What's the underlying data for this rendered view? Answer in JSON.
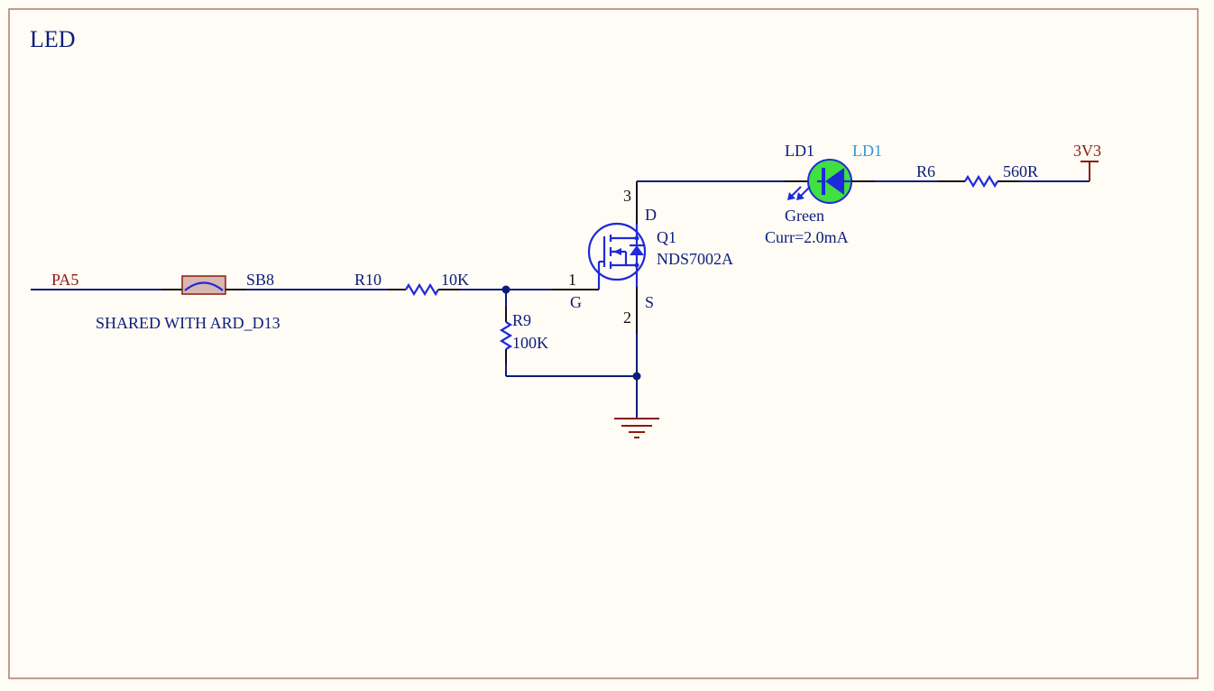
{
  "sheet": {
    "title": "LED"
  },
  "nets": {
    "input": "PA5",
    "supply": "3V3"
  },
  "note": "SHARED WITH ARD_D13",
  "solder_bridge": {
    "ref": "SB8"
  },
  "resistors": [
    {
      "ref": "R10",
      "value": "10K"
    },
    {
      "ref": "R9",
      "value": "100K"
    },
    {
      "ref": "R6",
      "value": "560R"
    }
  ],
  "mosfet": {
    "ref": "Q1",
    "part": "NDS7002A",
    "pins": {
      "gate": "1",
      "drain": "3",
      "source": "2"
    },
    "pin_names": {
      "gate": "G",
      "drain": "D",
      "source": "S"
    }
  },
  "led": {
    "ref": "LD1",
    "name": "LD1",
    "color": "Green",
    "current": "Curr=2.0mA",
    "fill": "#3fe03f"
  },
  "colors": {
    "background": "#fffbf5",
    "border": "#b07b6b",
    "wire": "#0b1e7a",
    "component": "#1f2ad8",
    "net_label": "#8a1a10"
  }
}
